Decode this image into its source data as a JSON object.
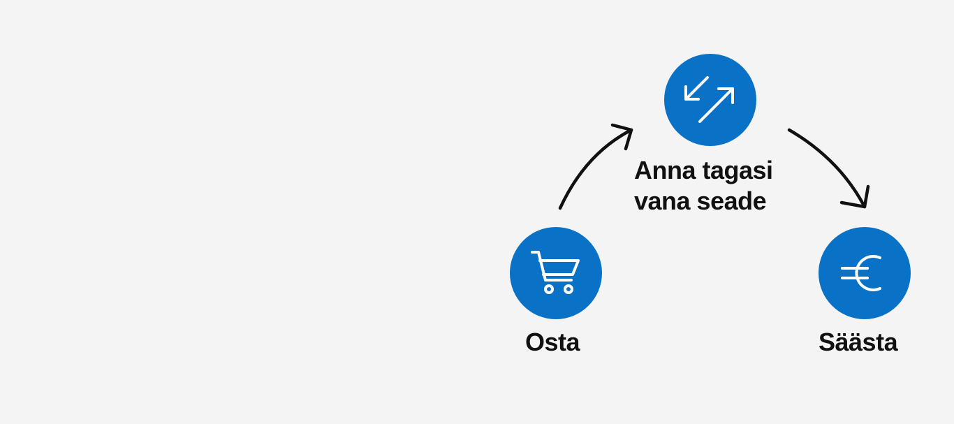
{
  "steps": [
    {
      "id": "buy",
      "label_lines": [
        "Osta"
      ],
      "icon": "shopping-cart-icon"
    },
    {
      "id": "trade",
      "label_lines": [
        "Anna tagasi",
        "vana seade"
      ],
      "icon": "exchange-arrows-icon"
    },
    {
      "id": "save",
      "label_lines": [
        "Säästa"
      ],
      "icon": "euro-icon"
    }
  ],
  "colors": {
    "circle_fill": "#0a72c6",
    "icon_stroke": "#ffffff",
    "label_text": "#111111",
    "arrow_stroke": "#111111",
    "background": "#f4f4f4"
  }
}
